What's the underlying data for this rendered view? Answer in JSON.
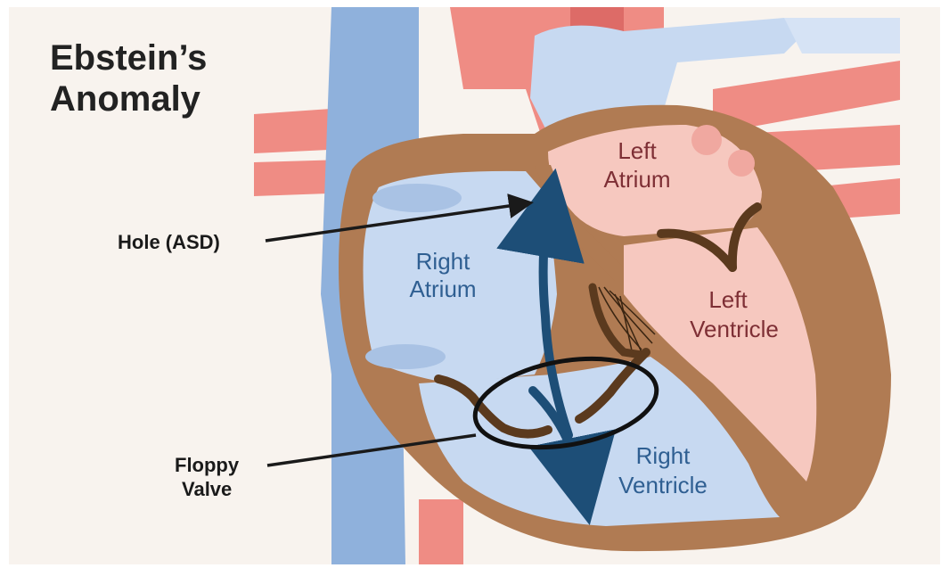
{
  "title": {
    "line1": "Ebstein’s",
    "line2": "Anomaly"
  },
  "callouts": {
    "hole": "Hole (ASD)",
    "floppy_line1": "Floppy",
    "floppy_line2": "Valve"
  },
  "chambers": {
    "right_atrium": {
      "line1": "Right",
      "line2": "Atrium"
    },
    "left_atrium": {
      "line1": "Left",
      "line2": "Atrium"
    },
    "left_ventricle": {
      "line1": "Left",
      "line2": "Ventricle"
    },
    "right_ventricle": {
      "line1": "Right",
      "line2": "Ventricle"
    }
  },
  "colors": {
    "background": "#f8f3ee",
    "vessel_blue": "#8fb1dc",
    "artery_red": "#ef8c84",
    "heart_wall": "#b07b53",
    "right_chamber": "#c7d9f1",
    "left_chamber": "#f6c8bf",
    "valve": "#5b3a1e",
    "blood_arrow": "#1d4e77"
  }
}
